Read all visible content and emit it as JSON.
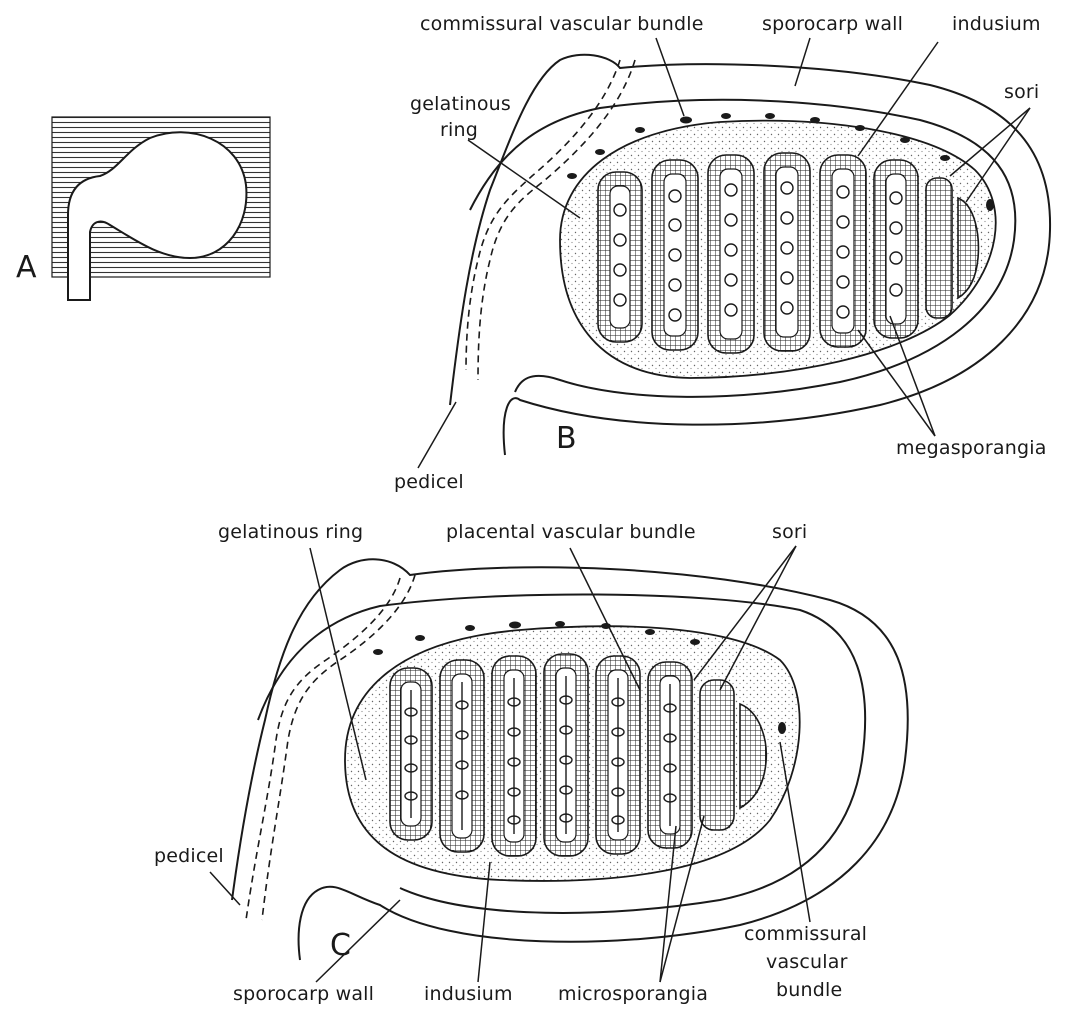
{
  "panels": {
    "a": {
      "letter": "A"
    },
    "b": {
      "letter": "B",
      "labels": {
        "commissural_vascular_bundle": "commissural vascular bundle",
        "sporocarp_wall": "sporocarp wall",
        "indusium": "indusium",
        "gelatinous_ring_line1": "gelatinous",
        "gelatinous_ring_line2": "ring",
        "sori": "sori",
        "pedicel": "pedicel",
        "megasporangia": "megasporangia"
      }
    },
    "c": {
      "letter": "C",
      "labels": {
        "gelatinous_ring": "gelatinous ring",
        "placental_vascular_bundle": "placental vascular bundle",
        "sori": "sori",
        "pedicel": "pedicel",
        "sporocarp_wall": "sporocarp wall",
        "indusium": "indusium",
        "microsporangia": "microsporangia",
        "commissural_line1": "commissural",
        "commissural_line2": "vascular",
        "commissural_line3": "bundle"
      }
    }
  },
  "colors": {
    "ink": "#1a1a1a",
    "stipple": "#d9d9d9",
    "background": "#ffffff"
  }
}
